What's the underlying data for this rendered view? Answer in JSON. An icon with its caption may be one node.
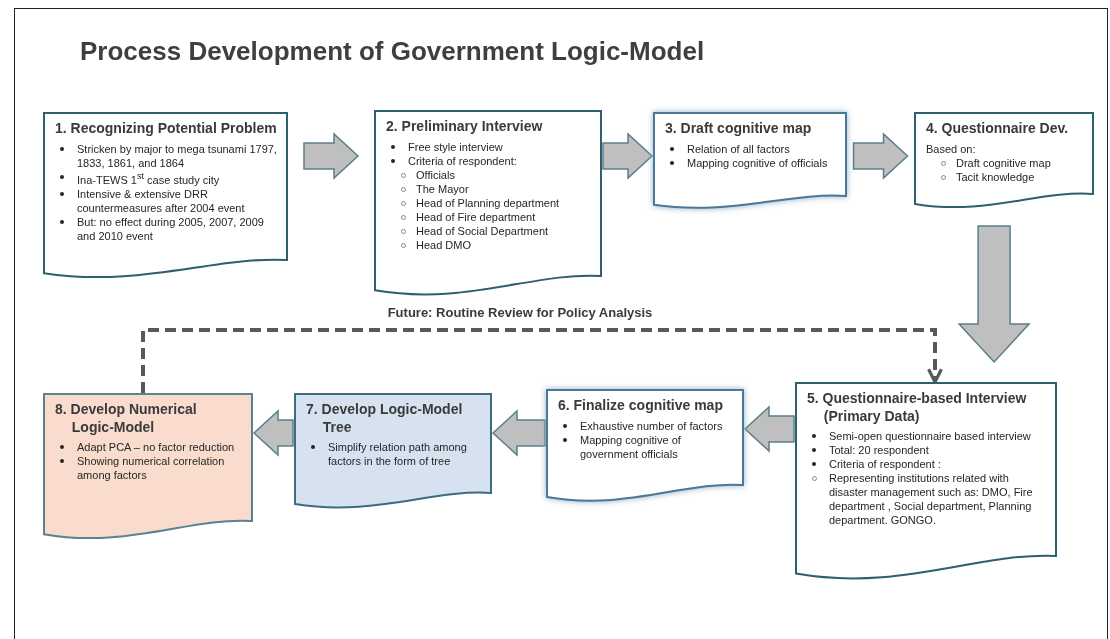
{
  "diagram": {
    "title": "Process Development of Government Logic-Model",
    "nodes": [
      {
        "text": [
          "1. Recognizing Potential Problem",
          "Stricken by major to mega tsunami 1797, 1833, 1861, and 1864",
          "Ina-TEWS 1$^{st}$ case study city",
          "Intensive & extensive DRR countermeasures after 2004 event",
          "But: no effect during 2005, 2007, 2009 and 2010 event"
        ]
      },
      {
        "text": [
          "2. Preliminary Interview",
          "Free style interview",
          "Criteria of respondent:",
          "Officials",
          "The Mayor",
          "Head of Planning department",
          "Head of Fire department",
          "Head of Social Department",
          "Head DMO"
        ]
      },
      {
        "text": [
          "3. Draft cognitive map",
          "Relation of all factors",
          "Mapping cognitive of officials"
        ]
      },
      {
        "text": [
          "4. Questionnaire Dev.",
          "Based on:",
          "Draft cognitive map",
          "Tacit knowledge"
        ]
      },
      {
        "text": [
          "5. Questionnaire-based  Interview (Primary Data)",
          "Semi-open questionnaire based interview",
          "Total: 20 respondent",
          "Criteria of respondent :",
          "Representing institutions related with disaster management such as: DMO, Fire department , Social department, Planning department. GONGO."
        ]
      },
      {
        "text": [
          "6. Finalize cognitive map",
          "Exhaustive number of factors",
          "Mapping cognitive of government officials"
        ]
      },
      {
        "text": [
          "7. Develop Logic-Model Tree",
          "Simplify relation path among factors in the form of tree"
        ]
      },
      {
        "text": [
          "8. Develop Numerical Logic-Model",
          "Adapt PCA – no factor reduction",
          "Showing numerical correlation among factors"
        ]
      }
    ],
    "edges": [
      {
        "from": 0,
        "to": 1,
        "arrow": "to",
        "style": "thick"
      },
      {
        "from": 1,
        "to": 2,
        "arrow": "to",
        "style": "thick"
      },
      {
        "from": 2,
        "to": 3,
        "arrow": "to",
        "style": "thick"
      },
      {
        "from": 3,
        "to": 4,
        "arrow": "to",
        "style": "thick"
      },
      {
        "from": 4,
        "to": 5,
        "arrow": "to",
        "style": "thick"
      },
      {
        "from": 5,
        "to": 6,
        "arrow": "to",
        "style": "thick"
      },
      {
        "from": 6,
        "to": 7,
        "arrow": "to",
        "style": "thick"
      },
      {
        "from": 7,
        "to": 4,
        "arrow": "to",
        "style": "dashed",
        "color": "#595959",
        "label": "Future: Routine Review for Policy Analysis"
      }
    ]
  }
}
